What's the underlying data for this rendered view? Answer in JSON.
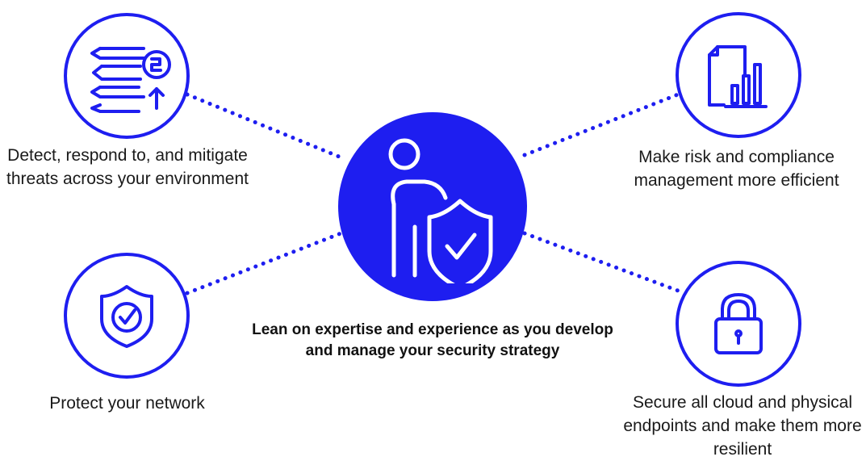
{
  "colors": {
    "accent": "#1e1ef0",
    "text": "#1a1a1a"
  },
  "center": {
    "icon": "person-with-shield-icon",
    "caption": "Lean on expertise and experience as you develop and manage your security strategy"
  },
  "nodes": [
    {
      "icon": "layered-threats-icon",
      "label": "Detect, respond to, and mitigate threats across your environment"
    },
    {
      "icon": "document-chart-icon",
      "label": "Make risk and compliance management more efficient"
    },
    {
      "icon": "shield-check-icon",
      "label": "Protect your network"
    },
    {
      "icon": "padlock-icon",
      "label": "Secure all cloud and physical endpoints and make them more resilient"
    }
  ]
}
